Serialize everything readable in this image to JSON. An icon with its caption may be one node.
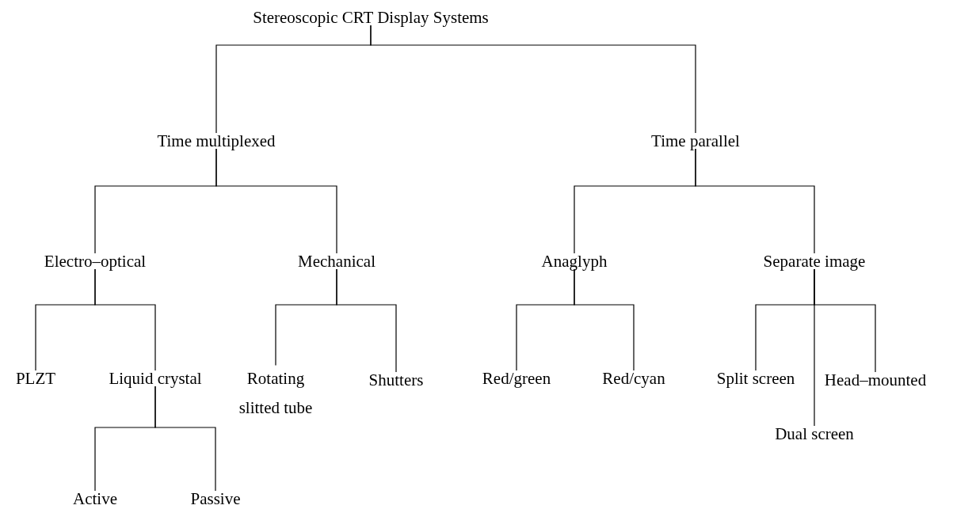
{
  "diagram": {
    "nodes": [
      {
        "text": [
          "Stereoscopic CRT Display Systems"
        ]
      },
      {
        "text": [
          "Time multiplexed"
        ]
      },
      {
        "text": [
          "Time parallel"
        ]
      },
      {
        "text": [
          "Electro–optical"
        ]
      },
      {
        "text": [
          "Mechanical"
        ]
      },
      {
        "text": [
          "Anaglyph"
        ]
      },
      {
        "text": [
          "Separate image"
        ]
      },
      {
        "text": [
          "PLZT"
        ]
      },
      {
        "text": [
          "Liquid crystal"
        ]
      },
      {
        "text": [
          "Rotating slitted tube"
        ]
      },
      {
        "text": [
          "Shutters"
        ]
      },
      {
        "text": [
          "Red/green"
        ]
      },
      {
        "text": [
          "Red/cyan"
        ]
      },
      {
        "text": [
          "Split screen"
        ]
      },
      {
        "text": [
          "Dual screen"
        ]
      },
      {
        "text": [
          "Head–mounted"
        ]
      },
      {
        "text": [
          "Active"
        ]
      },
      {
        "text": [
          "Passive"
        ]
      }
    ],
    "edges": [
      {
        "from": 0,
        "to": 1,
        "arrow": "none"
      },
      {
        "from": 0,
        "to": 2,
        "arrow": "none"
      },
      {
        "from": 1,
        "to": 3,
        "arrow": "none"
      },
      {
        "from": 1,
        "to": 4,
        "arrow": "none"
      },
      {
        "from": 2,
        "to": 5,
        "arrow": "none"
      },
      {
        "from": 2,
        "to": 6,
        "arrow": "none"
      },
      {
        "from": 3,
        "to": 7,
        "arrow": "none"
      },
      {
        "from": 3,
        "to": 8,
        "arrow": "none"
      },
      {
        "from": 4,
        "to": 9,
        "arrow": "none"
      },
      {
        "from": 4,
        "to": 10,
        "arrow": "none"
      },
      {
        "from": 5,
        "to": 11,
        "arrow": "none"
      },
      {
        "from": 5,
        "to": 12,
        "arrow": "none"
      },
      {
        "from": 6,
        "to": 13,
        "arrow": "none"
      },
      {
        "from": 6,
        "to": 14,
        "arrow": "none"
      },
      {
        "from": 6,
        "to": 15,
        "arrow": "none"
      },
      {
        "from": 8,
        "to": 16,
        "arrow": "none"
      },
      {
        "from": 8,
        "to": 17,
        "arrow": "none"
      }
    ]
  }
}
